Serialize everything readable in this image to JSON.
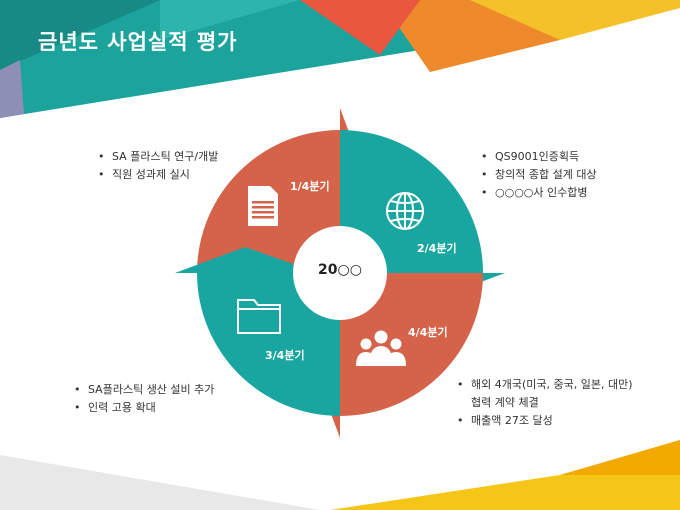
{
  "title": "금년도 사업실적 평가",
  "center_label": "20○○",
  "colors": {
    "teal": "#1aa6a0",
    "orange": "#d4634a",
    "accent_orange": "#ef8a2c",
    "accent_yellow": "#f5c518"
  },
  "quarters": [
    {
      "label": "1/4분기",
      "icon": "document-icon",
      "color": "#d4634a",
      "notes": [
        "SA 플라스틱 연구/개발",
        "직원 성과제 실시"
      ]
    },
    {
      "label": "2/4분기",
      "icon": "globe-icon",
      "color": "#1aa6a0",
      "notes": [
        "QS9001인증획득",
        "창의적 종합 설계 대상",
        "○○○○사 인수합병"
      ]
    },
    {
      "label": "4/4분기",
      "icon": "people-icon",
      "color": "#d4634a",
      "notes": [
        "해외 4개국(미국, 중국, 일본, 대만)",
        "협력 계약 체결",
        "매출액 27조 달성"
      ]
    },
    {
      "label": "3/4분기",
      "icon": "folder-icon",
      "color": "#1aa6a0",
      "notes": [
        "SA플라스틱 생산 설비 추가",
        "인력 고용 확대"
      ]
    }
  ]
}
